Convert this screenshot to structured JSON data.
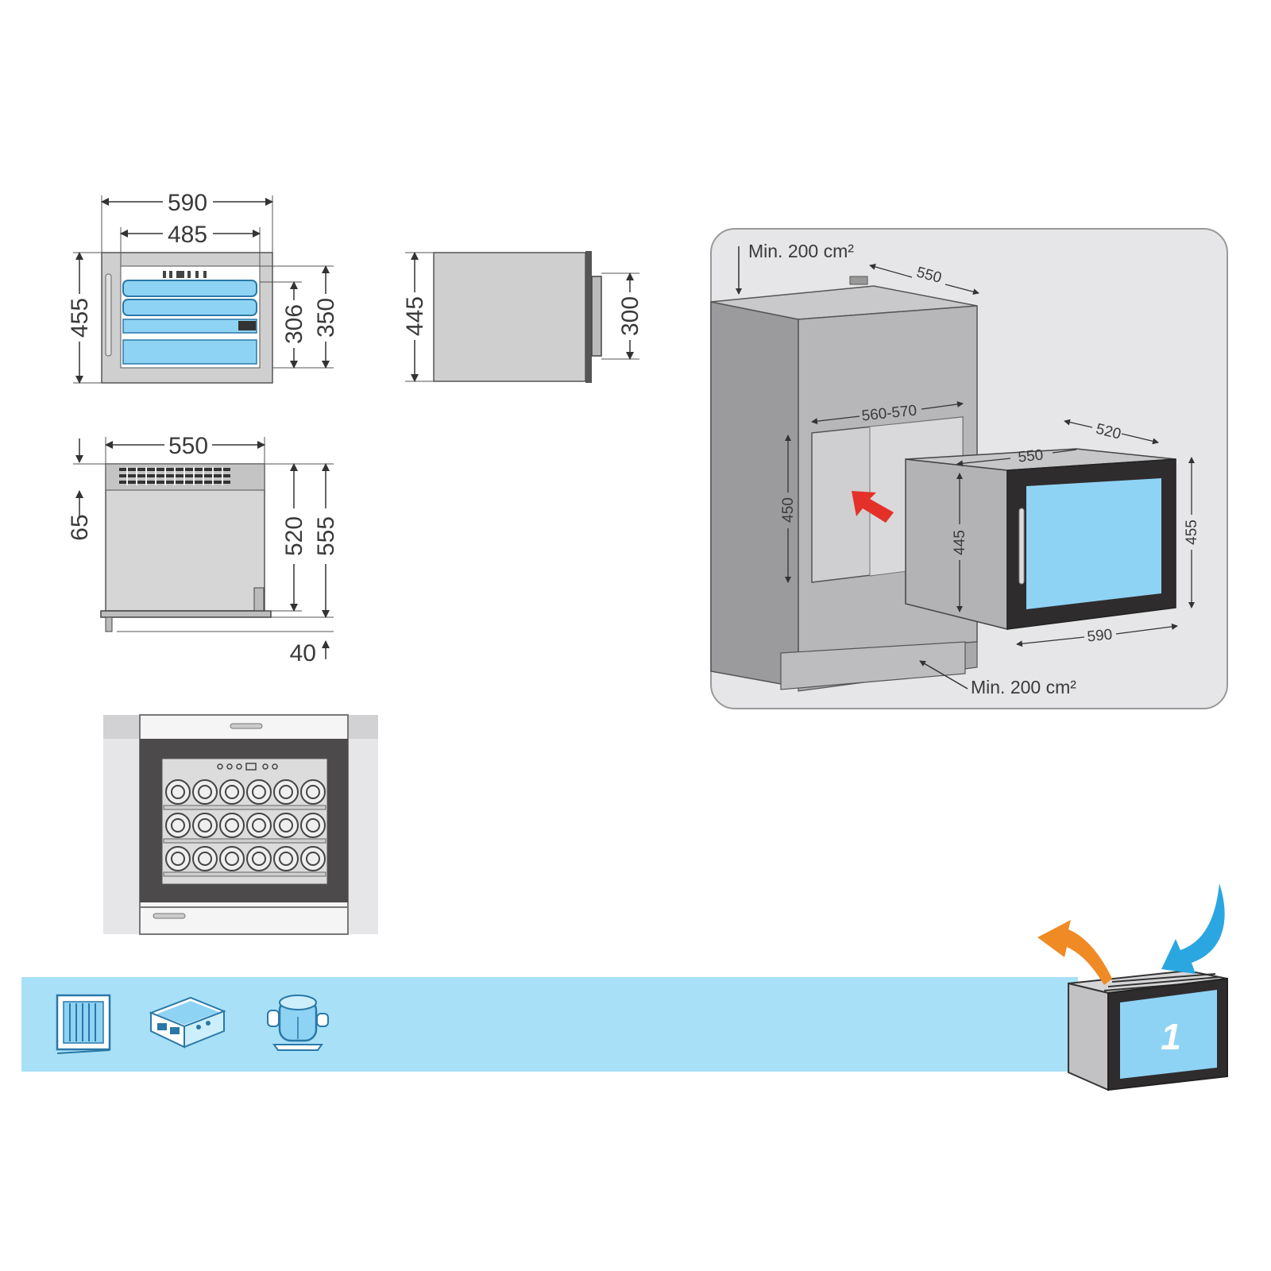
{
  "front_view": {
    "width_outer": "590",
    "width_inner": "485",
    "height_outer": "455",
    "height_inner_306": "306",
    "height_inner_350": "350"
  },
  "side_view": {
    "height": "445",
    "handle_length": "300"
  },
  "top_view": {
    "width": "550",
    "vent_depth": "65",
    "depth_520": "520",
    "depth_555": "555",
    "door_offset": "40"
  },
  "installation_view": {
    "top_vent_label": "Min. 200 cm²",
    "top_depth": "550",
    "niche_width": "560-570",
    "niche_height": "450",
    "unit_depth": "520",
    "unit_width_body": "550",
    "unit_height_body": "445",
    "unit_height_door": "455",
    "unit_width_door": "590",
    "bottom_vent_label": "Min. 200 cm²"
  },
  "feature_bar": {
    "icons": [
      "glass-door-icon",
      "electronic-control-icon",
      "compressor-icon"
    ],
    "badge_number": "1",
    "colors": {
      "band": "#a8e0f7",
      "cold_air": "#2aa7e0",
      "warm_air": "#f08a24",
      "glass": "#8fd3f4"
    }
  }
}
